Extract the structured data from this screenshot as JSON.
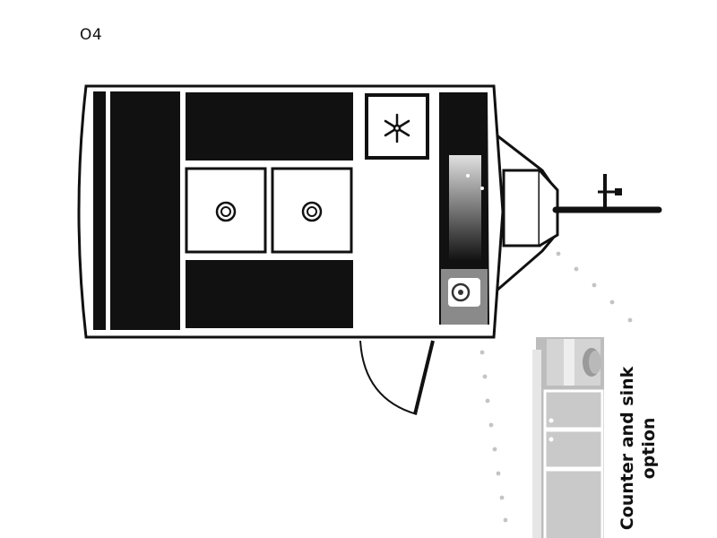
{
  "floorplan": {
    "model": "O4",
    "callout_line1": "Counter and sink",
    "callout_line2": "option"
  },
  "colors": {
    "fill": "#111111",
    "outline": "#111111",
    "option_gray": "#c8c8c8",
    "dots": "#c4c4c4"
  },
  "icons": [
    "snowflake-icon",
    "burner-icon",
    "sink-drain-icon"
  ]
}
